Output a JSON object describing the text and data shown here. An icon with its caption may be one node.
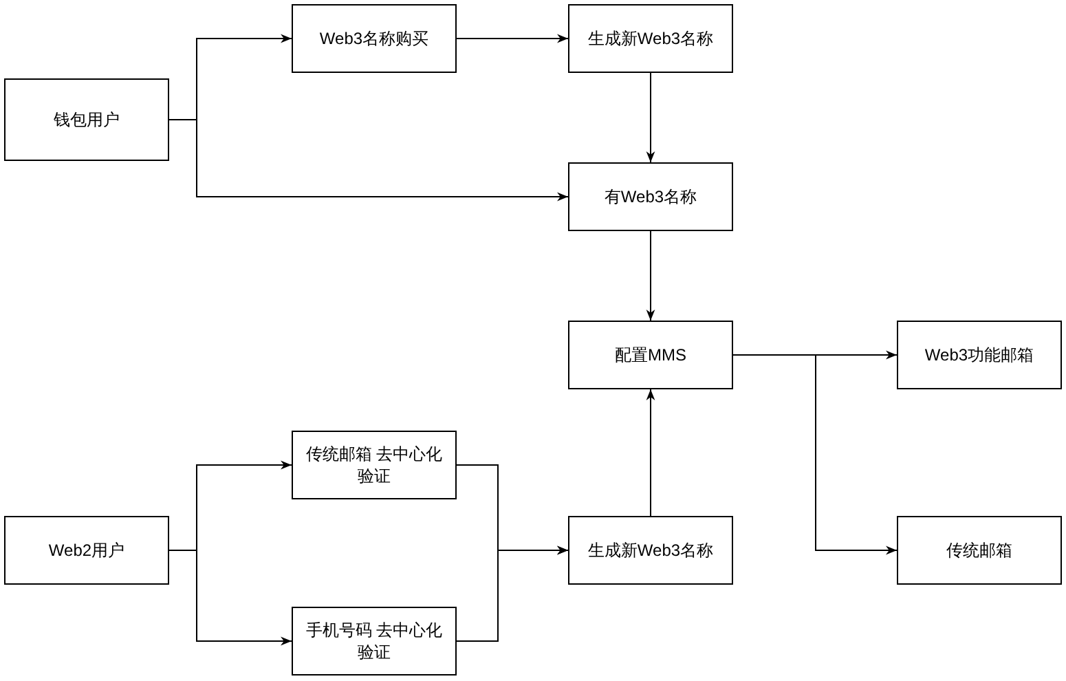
{
  "diagram": {
    "nodes": [
      {
        "text": [
          "钱包用户"
        ]
      },
      {
        "text": [
          "Web3名称购买"
        ]
      },
      {
        "text": [
          "生成新Web3名称"
        ]
      },
      {
        "text": [
          "有Web3名称"
        ]
      },
      {
        "text": [
          "配置MMS"
        ]
      },
      {
        "text": [
          "Web3功能邮箱"
        ]
      },
      {
        "text": [
          "传统邮箱"
        ]
      },
      {
        "text": [
          "Web2用户"
        ]
      },
      {
        "text": [
          "传统邮箱 去中心化验证"
        ]
      },
      {
        "text": [
          "手机号码 去中心化验证"
        ]
      },
      {
        "text": [
          "生成新Web3名称"
        ]
      }
    ],
    "edges": [
      {
        "from": 0,
        "to": 1,
        "arrow": "to"
      },
      {
        "from": 0,
        "to": 3,
        "arrow": "to"
      },
      {
        "from": 1,
        "to": 2,
        "arrow": "to"
      },
      {
        "from": 2,
        "to": 3,
        "arrow": "to"
      },
      {
        "from": 3,
        "to": 4,
        "arrow": "to"
      },
      {
        "from": 4,
        "to": 5,
        "arrow": "to"
      },
      {
        "from": 4,
        "to": 6,
        "arrow": "to"
      },
      {
        "from": 7,
        "to": 8,
        "arrow": "to"
      },
      {
        "from": 7,
        "to": 9,
        "arrow": "to"
      },
      {
        "from": 8,
        "to": 10,
        "arrow": "to"
      },
      {
        "from": 9,
        "to": 10,
        "arrow": "to"
      },
      {
        "from": 10,
        "to": 4,
        "arrow": "to"
      }
    ]
  }
}
